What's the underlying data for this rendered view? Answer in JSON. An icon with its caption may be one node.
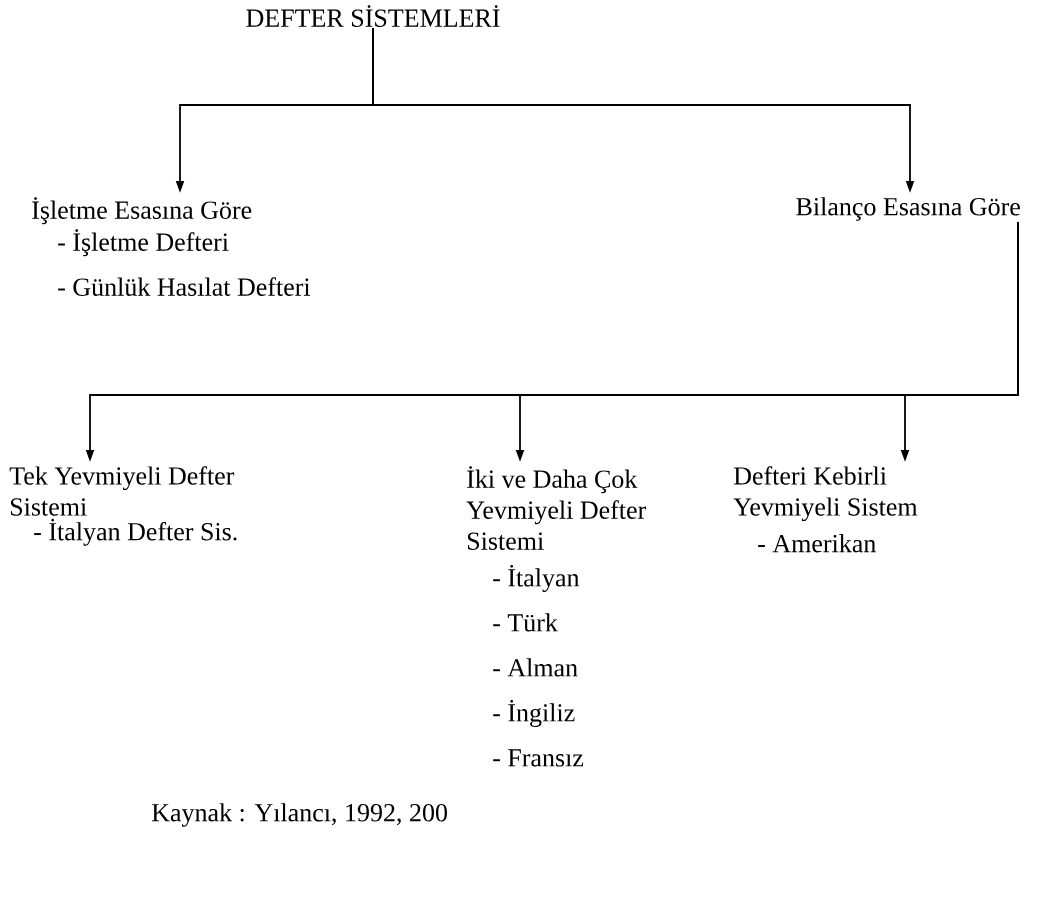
{
  "diagram": {
    "nodes": [
      {
        "text": [
          "DEFTER SİSTEMLERİ"
        ]
      },
      {
        "text": [
          "İşletme Esasına Göre",
          "- İşletme Defteri",
          "- Günlük Hasılat Defteri"
        ]
      },
      {
        "text": [
          "Bilanço Esasına Göre"
        ]
      },
      {
        "text": [
          "Tek Yevmiyeli Defter Sistemi",
          "- İtalyan Defter Sis."
        ]
      },
      {
        "text": [
          "İki ve Daha Çok Yevmiyeli Defter Sistemi",
          "- İtalyan",
          "- Türk",
          "- Alman",
          "- İngiliz",
          "- Fransız"
        ]
      },
      {
        "text": [
          "Defteri Kebirli Yevmiyeli Sistem",
          "- Amerikan"
        ]
      }
    ],
    "edges": [
      {
        "from": 0,
        "to": 1,
        "arrow": "to"
      },
      {
        "from": 0,
        "to": 2,
        "arrow": "to"
      },
      {
        "from": 2,
        "to": 3,
        "arrow": "to"
      },
      {
        "from": 2,
        "to": 4,
        "arrow": "to"
      },
      {
        "from": 2,
        "to": 5,
        "arrow": "to"
      }
    ],
    "caption": "Kaynak : Yılancı, 1992, 200"
  }
}
